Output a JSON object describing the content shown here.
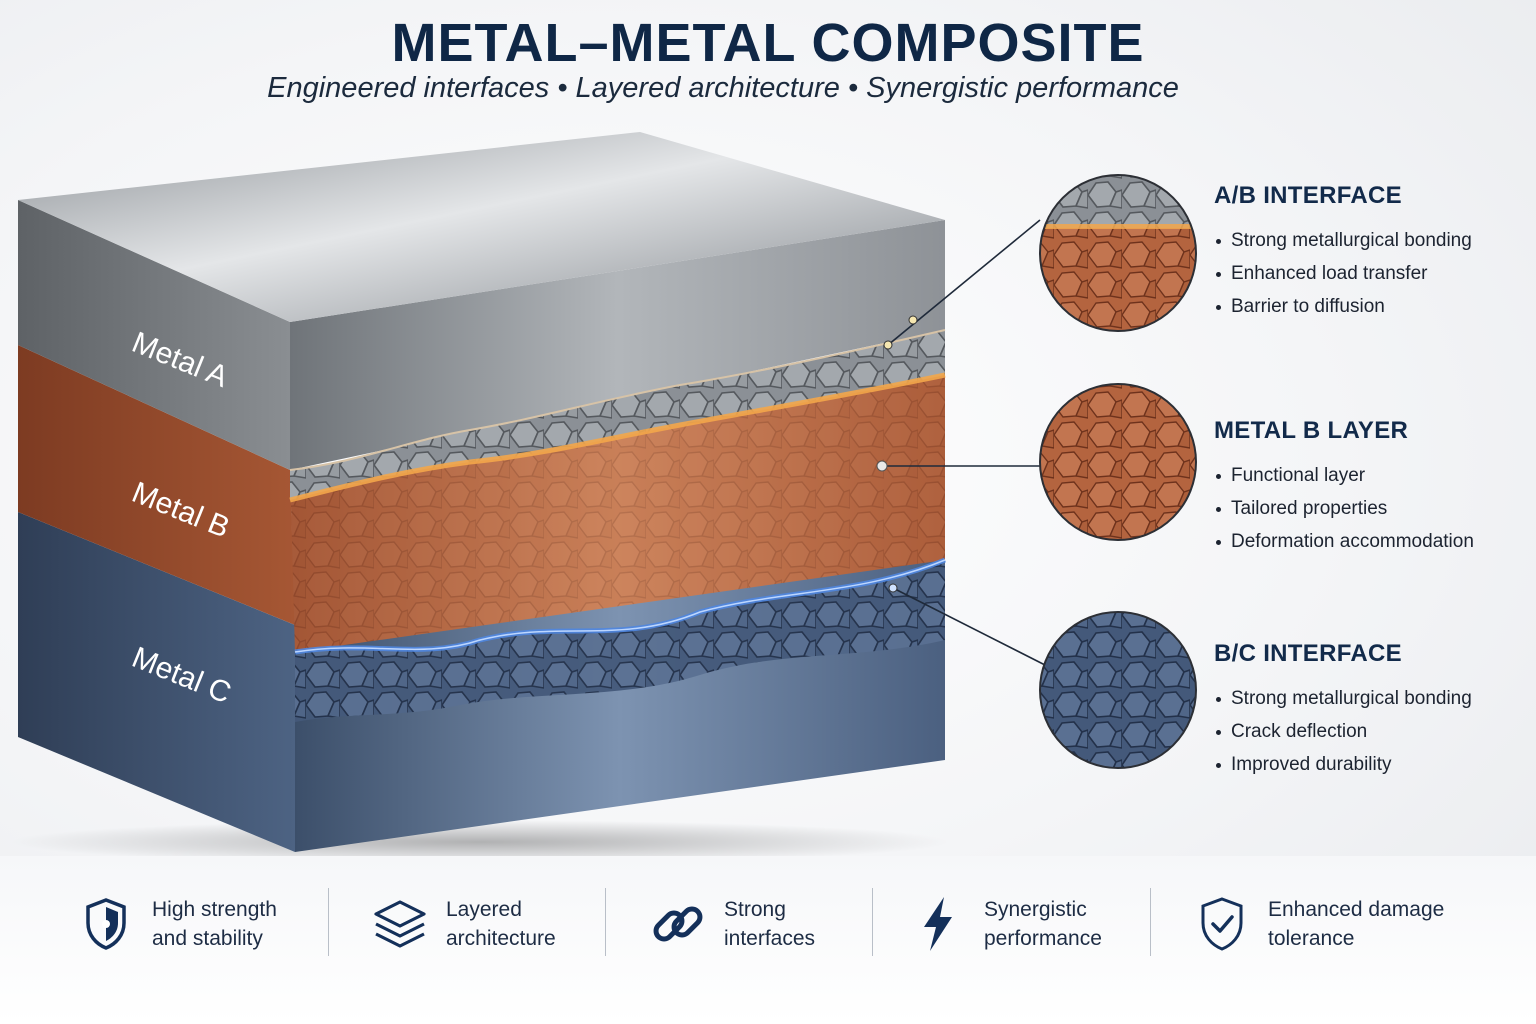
{
  "header": {
    "title": "METAL–METAL COMPOSITE",
    "subtitle": "Engineered interfaces • Layered architecture • Synergistic performance"
  },
  "block": {
    "labels": {
      "a": "Metal A",
      "b": "Metal B",
      "c": "Metal C"
    },
    "colors": {
      "metal_a": "#9aa0a6",
      "metal_b": "#b5653f",
      "metal_c": "#4b6283",
      "glow_ab": "#f3a64a",
      "glow_bc": "#4f86e0"
    }
  },
  "callouts": {
    "ab": {
      "title": "A/B INTERFACE",
      "items": [
        "Strong metallurgical bonding",
        "Enhanced load transfer",
        "Barrier to diffusion"
      ]
    },
    "b": {
      "title": "METAL B LAYER",
      "items": [
        "Functional layer",
        "Tailored properties",
        "Deformation accommodation"
      ]
    },
    "bc": {
      "title": "B/C INTERFACE",
      "items": [
        "Strong metallurgical bonding",
        "Crack deflection",
        "Improved durability"
      ]
    }
  },
  "features": [
    {
      "icon": "shield-icon",
      "line1": "High strength",
      "line2": "and stability"
    },
    {
      "icon": "layers-icon",
      "line1": "Layered",
      "line2": "architecture"
    },
    {
      "icon": "chain-link-icon",
      "line1": "Strong",
      "line2": "interfaces"
    },
    {
      "icon": "lightning-icon",
      "line1": "Synergistic",
      "line2": "performance"
    },
    {
      "icon": "shield-check-icon",
      "line1": "Enhanced damage",
      "line2": "tolerance"
    }
  ]
}
